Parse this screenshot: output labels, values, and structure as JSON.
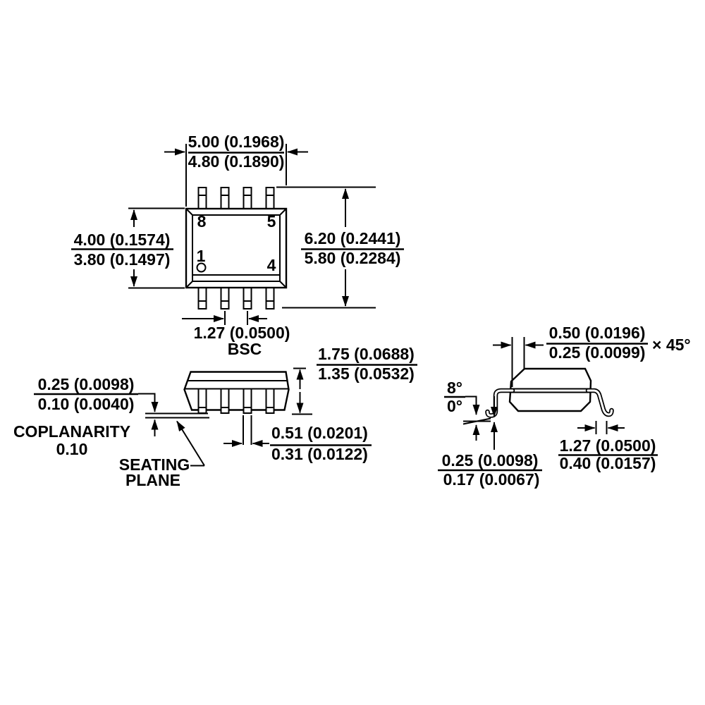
{
  "colors": {
    "ink": "#000000",
    "bg": "#ffffff"
  },
  "top_view": {
    "pins": {
      "p8": "8",
      "p5": "5",
      "p1": "1",
      "p4": "4"
    },
    "width": {
      "l1": "5.00 (0.1968)",
      "l2": "4.80 (0.1890)"
    },
    "body": {
      "l1": "4.00 (0.1574)",
      "l2": "3.80 (0.1497)"
    },
    "span": {
      "l1": "6.20 (0.2441)",
      "l2": "5.80 (0.2284)"
    },
    "pitch": {
      "l1": "1.27 (0.0500)",
      "l2": "BSC"
    }
  },
  "front_view": {
    "height": {
      "l1": "1.75 (0.0688)",
      "l2": "1.35 (0.0532)"
    },
    "standoff": {
      "l1": "0.25 (0.0098)",
      "l2": "0.10 (0.0040)"
    },
    "coplanarity": {
      "l1": "COPLANARITY",
      "l2": "0.10"
    },
    "seating": {
      "l1": "SEATING",
      "l2": "PLANE"
    },
    "lead_width": {
      "l1": "0.51 (0.0201)",
      "l2": "0.31 (0.0122)"
    }
  },
  "end_view": {
    "chamfer": {
      "l1": "0.50 (0.0196)",
      "l2": "0.25 (0.0099)",
      "suffix": "× 45°"
    },
    "lead_angle": {
      "l1": "8°",
      "l2": "0°"
    },
    "lead_thickness": {
      "l1": "0.25 (0.0098)",
      "l2": "0.17 (0.0067)"
    },
    "foot_length": {
      "l1": "1.27 (0.0500)",
      "l2": "0.40 (0.0157)"
    }
  }
}
